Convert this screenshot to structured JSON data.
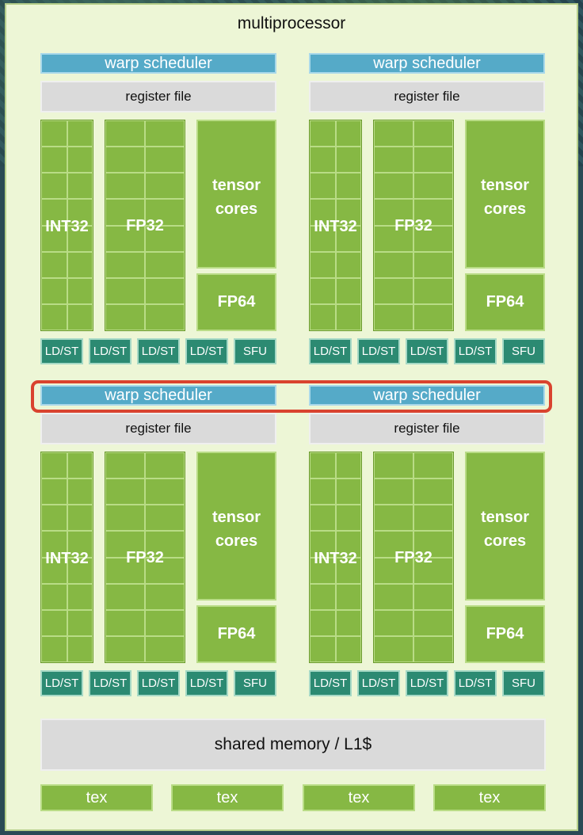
{
  "title": "multiprocessor",
  "labels": {
    "warp_scheduler": "warp scheduler",
    "register_file": "register file",
    "int32": "INT32",
    "fp32": "FP32",
    "tensor_cores": "tensor cores",
    "fp64": "FP64",
    "ldst": "LD/ST",
    "sfu": "SFU"
  },
  "shared_memory": "shared memory / L1$",
  "tex_units": [
    "tex",
    "tex",
    "tex",
    "tex"
  ],
  "colors": {
    "frame": "#edf6d6",
    "core_green": "#86b844",
    "scheduler_blue": "#55aac8",
    "unit_teal": "#2c8a72",
    "highlight": "#d9432f"
  }
}
